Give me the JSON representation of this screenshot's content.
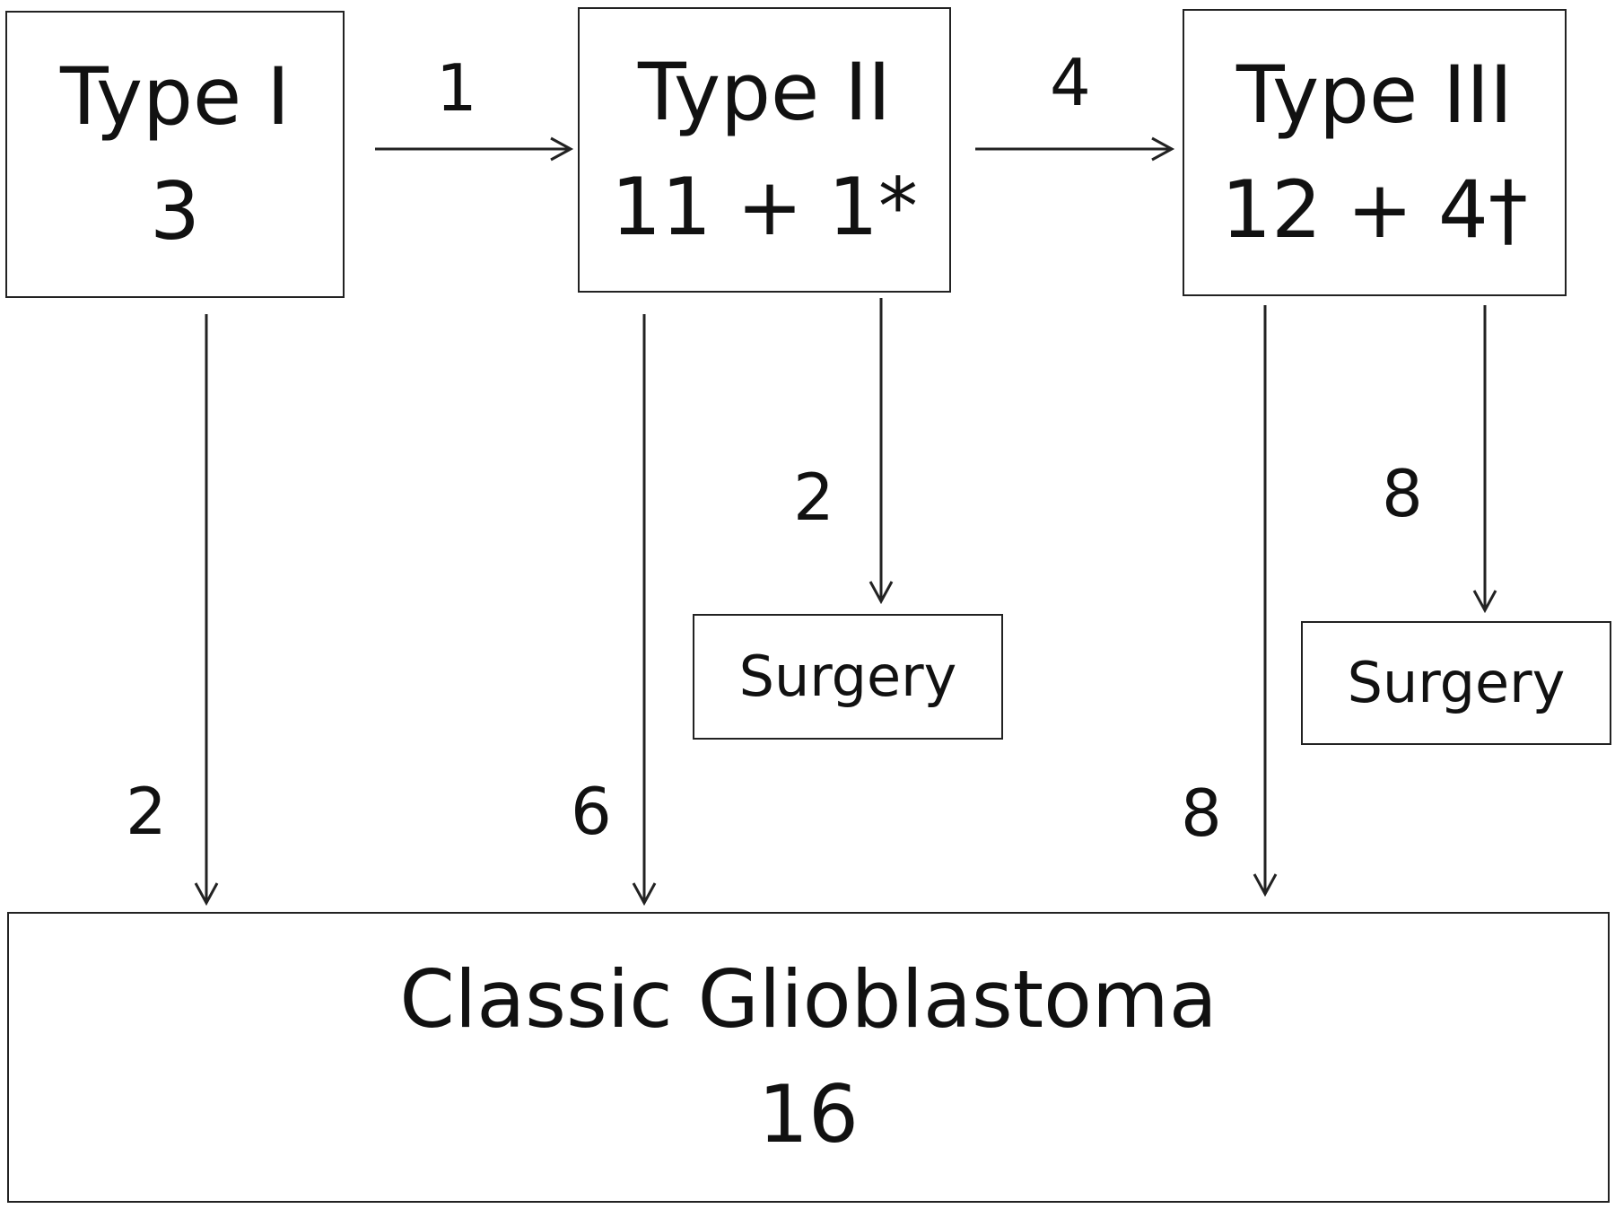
{
  "nodes": {
    "type1": {
      "title": "Type I",
      "count": "3"
    },
    "type2": {
      "title": "Type II",
      "count": "11 + 1*"
    },
    "type3": {
      "title": "Type III",
      "count": "12 + 4†"
    },
    "surgery_a": {
      "title": "Surgery"
    },
    "surgery_b": {
      "title": "Surgery"
    },
    "glioblastoma": {
      "title": "Classic Glioblastoma",
      "count": "16"
    }
  },
  "edges": {
    "type1_to_type2": "1",
    "type2_to_type3": "4",
    "type1_to_gbm": "2",
    "type2_to_gbm": "6",
    "type2_to_surgery": "2",
    "type3_to_gbm": "8",
    "type3_to_surgery": "8"
  }
}
